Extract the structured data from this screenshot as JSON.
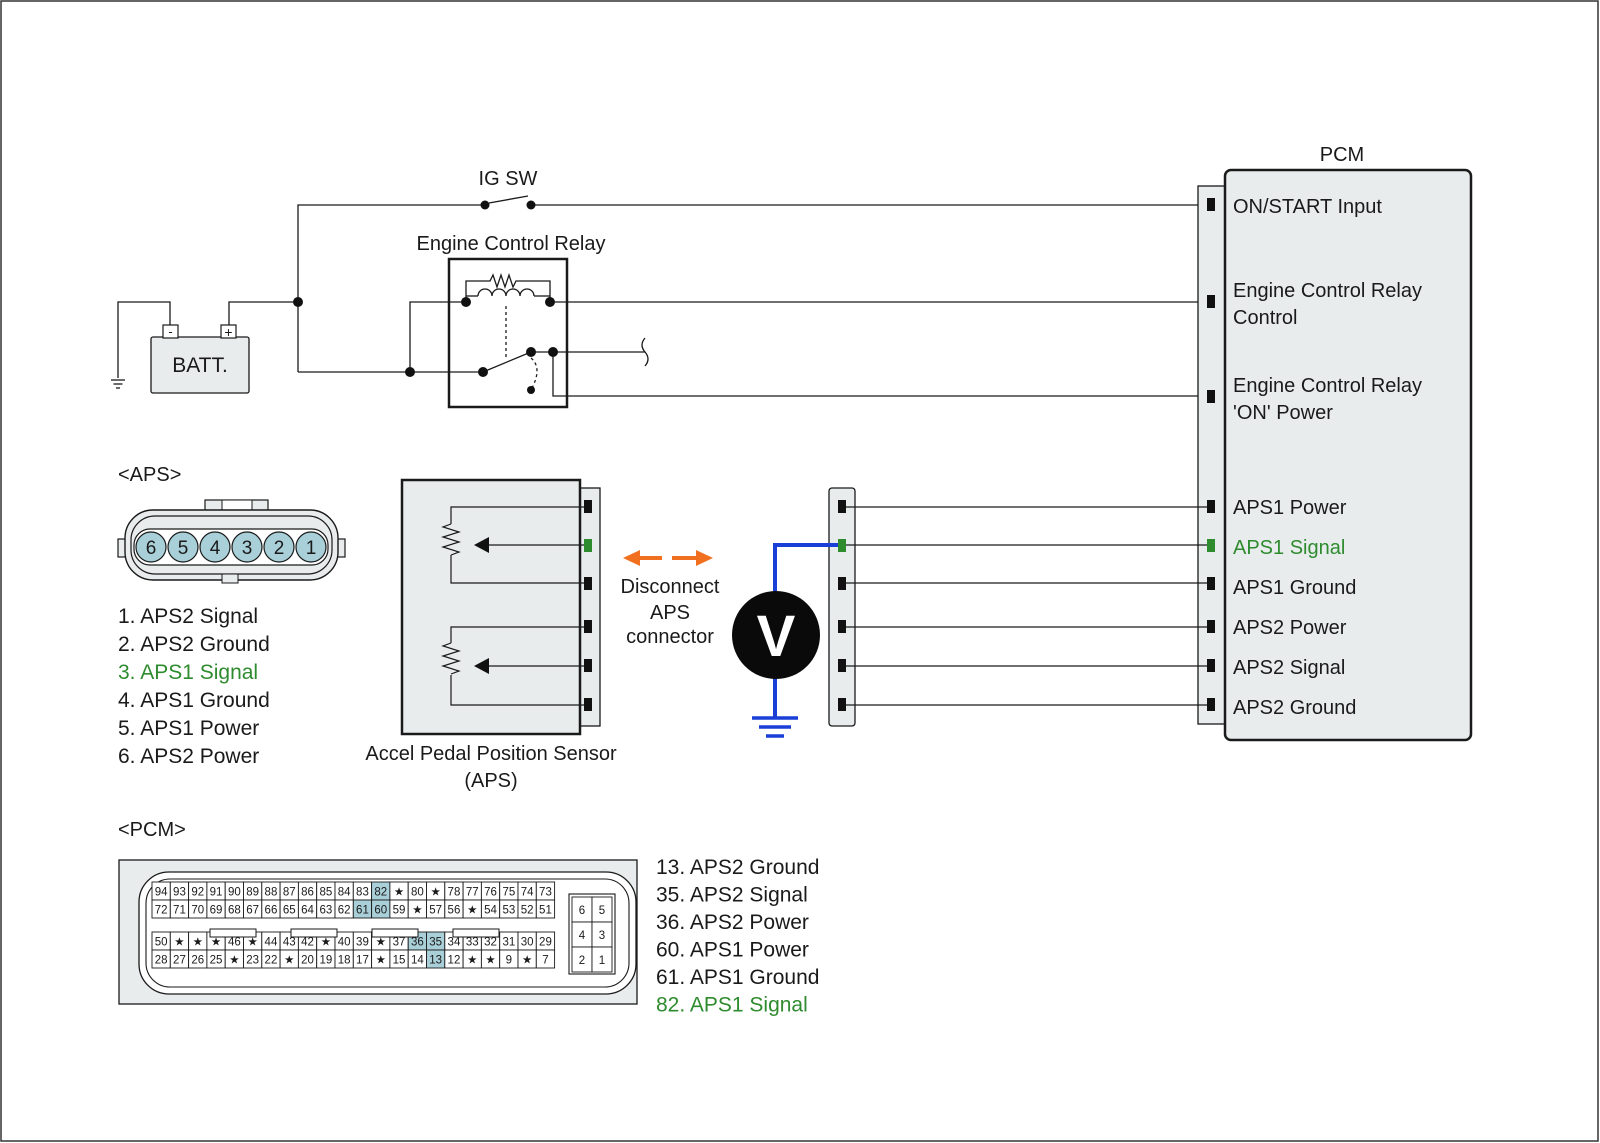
{
  "top": {
    "ig_sw": "IG SW",
    "relay_title": "Engine Control Relay",
    "batt": "BATT.",
    "batt_neg": "-",
    "batt_pos": "+"
  },
  "pcm_box": {
    "title": "PCM",
    "on_start": "ON/START Input",
    "ecr_control_l1": "Engine Control Relay",
    "ecr_control_l2": "Control",
    "ecr_power_l1": "Engine Control Relay",
    "ecr_power_l2": "'ON' Power",
    "pins": [
      "APS1 Power",
      "APS1 Signal",
      "APS1 Ground",
      "APS2 Power",
      "APS2 Signal",
      "APS2 Ground"
    ]
  },
  "aps": {
    "heading": "<APS>",
    "pin_numbers": [
      "6",
      "5",
      "4",
      "3",
      "2",
      "1"
    ],
    "pin_list": [
      "1. APS2 Signal",
      "2. APS2 Ground",
      "3. APS1 Signal",
      "4. APS1 Ground",
      "5. APS1 Power",
      "6. APS2 Power"
    ],
    "sensor_l1": "Accel Pedal Position Sensor",
    "sensor_l2": "(APS)",
    "disconnect_l1": "Disconnect",
    "disconnect_l2": "APS",
    "disconnect_l3": "connector",
    "meter": "V"
  },
  "pcm_conn": {
    "heading": "<PCM>",
    "rows": [
      [
        "94",
        "93",
        "92",
        "91",
        "90",
        "89",
        "88",
        "87",
        "86",
        "85",
        "84",
        "83",
        "82",
        "★",
        "80",
        "★",
        "78",
        "77",
        "76",
        "75",
        "74",
        "73"
      ],
      [
        "72",
        "71",
        "70",
        "69",
        "68",
        "67",
        "66",
        "65",
        "64",
        "63",
        "62",
        "61",
        "60",
        "59",
        "★",
        "57",
        "56",
        "★",
        "54",
        "53",
        "52",
        "51"
      ],
      [
        "50",
        "★",
        "★",
        "★",
        "46",
        "★",
        "44",
        "43",
        "42",
        "★",
        "40",
        "39",
        "★",
        "37",
        "36",
        "35",
        "34",
        "33",
        "32",
        "31",
        "30",
        "29"
      ],
      [
        "28",
        "27",
        "26",
        "25",
        "★",
        "23",
        "22",
        "★",
        "20",
        "19",
        "18",
        "17",
        "★",
        "15",
        "14",
        "13",
        "12",
        "★",
        "★",
        "9",
        "★",
        "7"
      ]
    ],
    "highlighted": [
      "82",
      "61",
      "60",
      "36",
      "35",
      "13"
    ],
    "small_rows": [
      [
        "6",
        "5"
      ],
      [
        "4",
        "3"
      ],
      [
        "2",
        "1"
      ]
    ],
    "pin_list": [
      "13. APS2 Ground",
      "35. APS2 Signal",
      "36. APS2 Power",
      "60. APS1 Power",
      "61. APS1 Ground",
      "82. APS1 Signal"
    ]
  },
  "colors": {
    "accent_green": "#2e8b2e",
    "meter_wire_blue": "#1a3fd6",
    "arrow_orange": "#f07020",
    "highlight_pin": "#a9cfd8",
    "aps_pin_fill": "#a9cfd8"
  }
}
